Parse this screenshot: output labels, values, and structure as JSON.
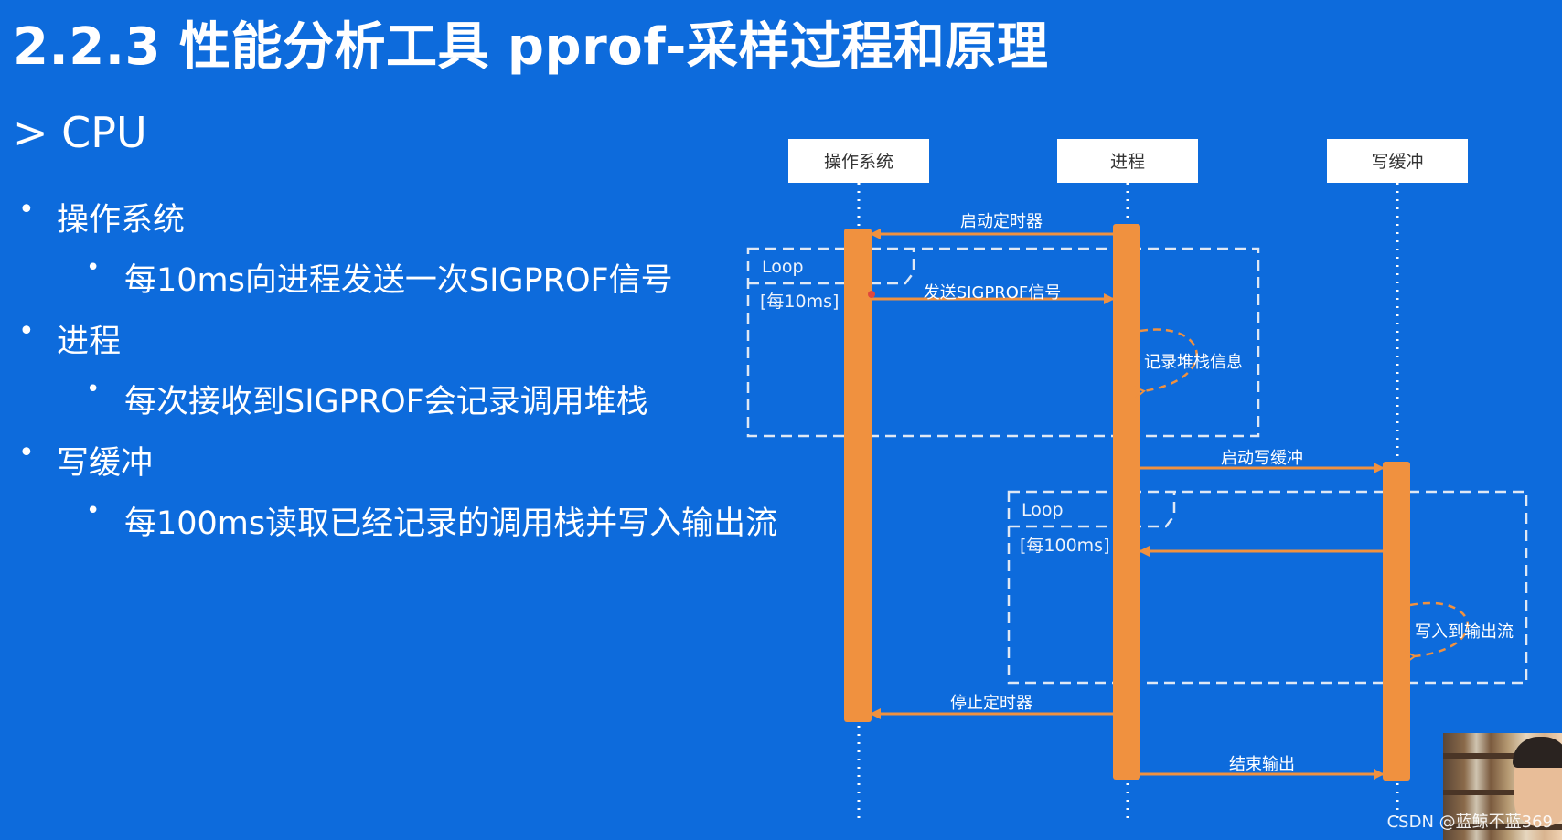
{
  "title": "2.2.3 性能分析工具 pprof-采样过程和原理",
  "section": "> CPU",
  "bullets": [
    {
      "label": "操作系统",
      "sub": "每10ms向进程发送一次SIGPROF信号"
    },
    {
      "label": "进程",
      "sub": "每次接收到SIGPROF会记录调用堆栈"
    },
    {
      "label": "写缓冲",
      "sub": "每100ms读取已经记录的调用栈并写入输出流"
    }
  ],
  "diagram": {
    "participants": [
      "操作系统",
      "进程",
      "写缓冲"
    ],
    "messages": {
      "start_timer": "启动定时器",
      "send_signal": "发送SIGPROF信号",
      "record_stack": "记录堆栈信息",
      "start_write_buffer": "启动写缓冲",
      "write_to_output": "写入到输出流",
      "stop_timer": "停止定时器",
      "end_output": "结束输出"
    },
    "loops": [
      {
        "label": "Loop",
        "guard": "[每10ms]"
      },
      {
        "label": "Loop",
        "guard": "[每100ms]"
      }
    ]
  },
  "watermark": "CSDN @蓝鲸不蓝369",
  "colors": {
    "background": "#0d6bdc",
    "activation": "#f0913f",
    "arrow": "#f0913f",
    "lifeline": "#ffffff"
  }
}
